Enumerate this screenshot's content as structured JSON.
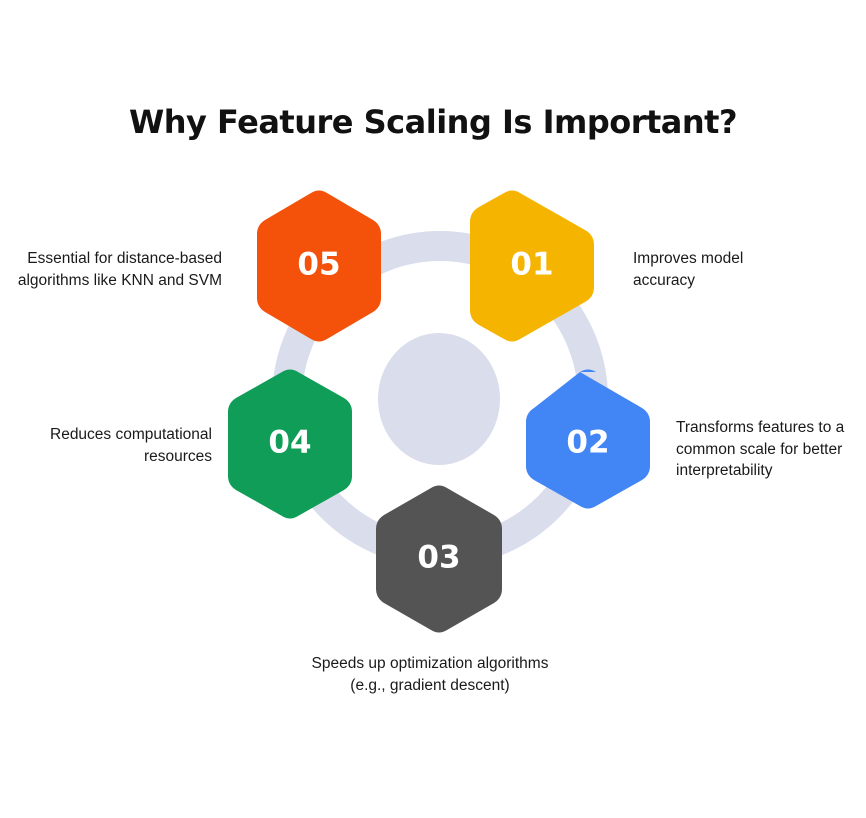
{
  "title": "Why Feature Scaling Is Important?",
  "colors": {
    "ring": "#d9ddec",
    "center": "#d9ddec",
    "item_01": "#f4b400",
    "item_02": "#4285f4",
    "item_03": "#545454",
    "item_04": "#0f9d58",
    "item_05": "#f4510b"
  },
  "items": [
    {
      "number": "01",
      "text": "Improves model accuracy"
    },
    {
      "number": "02",
      "text": "Transforms features to a common scale for better interpretability"
    },
    {
      "number": "03",
      "text": "Speeds up optimization algorithms (e.g., gradient descent)"
    },
    {
      "number": "04",
      "text": "Reduces computational resources"
    },
    {
      "number": "05",
      "text": "Essential for distance-based algorithms like KNN and SVM"
    }
  ]
}
